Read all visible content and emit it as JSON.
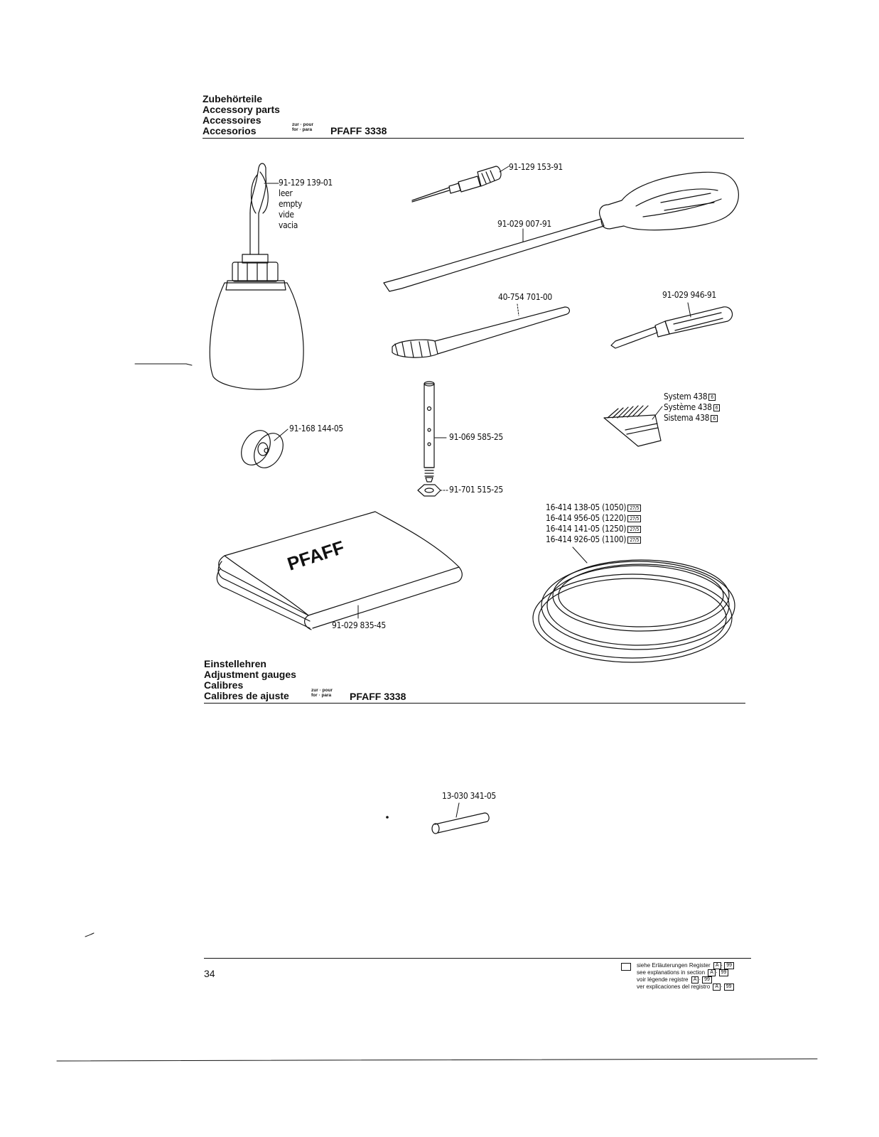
{
  "section1": {
    "titles": [
      "Zubehörteile",
      "Accessory parts",
      "Accessoires",
      "Accesorios"
    ],
    "zur_line1": "zur · pour",
    "zur_line2": "for · para",
    "model": "PFAFF 3338"
  },
  "section2": {
    "titles": [
      "Einstellehren",
      "Adjustment gauges",
      "Calibres",
      "Calibres de ajuste"
    ],
    "zur_line1": "zur · pour",
    "zur_line2": "for · para",
    "model": "PFAFF 3338"
  },
  "parts": {
    "oil_can": {
      "number": "91-129 139-01",
      "notes": [
        "leer",
        "empty",
        "vide",
        "vacia"
      ]
    },
    "small_screwdriver_top": "91-129 153-91",
    "large_screwdriver": "91-029 007-91",
    "brush": "40-754 701-00",
    "small_screwdriver": "91-029 946-91",
    "bobbin": "91-168 144-05",
    "rod": "91-069 585-25",
    "nut": "91-701 515-25",
    "needles": {
      "lines": [
        "System 438",
        "Système 438",
        "Sistema 438"
      ],
      "ref": "6"
    },
    "manual": "91-029 835-45",
    "manual_cover": "PFAFF",
    "belts": {
      "lines": [
        "16-414 138-05 (1050)",
        "16-414 956-05 (1220)",
        "16-414 141-05 (1250)",
        "16-414 926-05 (1100)"
      ],
      "ref": "27/5"
    },
    "gauge_pin": "13-030 341-05"
  },
  "footer": {
    "page_number": "34",
    "legend": [
      "siehe Erläuterungen Register",
      "see explanations in section",
      "voir légende registre",
      "ver explicaciones del registro"
    ],
    "legend_ref_a": "A",
    "legend_ref_b": "99"
  }
}
